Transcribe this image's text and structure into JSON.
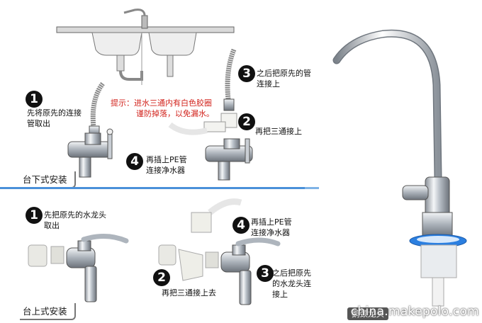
{
  "sections": {
    "under_counter": {
      "title": "台下式安装",
      "steps": [
        {
          "num": "1",
          "text": [
            "先将原先的连接",
            "管取出"
          ]
        },
        {
          "num": "2",
          "text": [
            "再把三通接上"
          ]
        },
        {
          "num": "3",
          "text": [
            "之后把原先的管",
            "连接上"
          ]
        },
        {
          "num": "4",
          "text": [
            "再插上PE管",
            "连接净水器"
          ]
        }
      ],
      "tip": [
        "提示：进水三通内有白色胶圈",
        "谨防掉落，以免漏水。"
      ]
    },
    "over_counter": {
      "title": "台上式安装",
      "steps": [
        {
          "num": "1",
          "text": [
            "先把原先的水龙头",
            "取出"
          ]
        },
        {
          "num": "2",
          "text": [
            "再把三通接上去"
          ]
        },
        {
          "num": "3",
          "text": [
            "之后把原先",
            "的水龙头连",
            "接上"
          ]
        },
        {
          "num": "4",
          "text": [
            "再插上PE管",
            "连接净水器"
          ]
        }
      ]
    }
  },
  "faucet_label": "鹅颈龙头",
  "watermark": "china.makepolo.com",
  "colors": {
    "divider": "#4a90d9",
    "tip": "#d2231c",
    "chrome": "#c9ced4"
  }
}
